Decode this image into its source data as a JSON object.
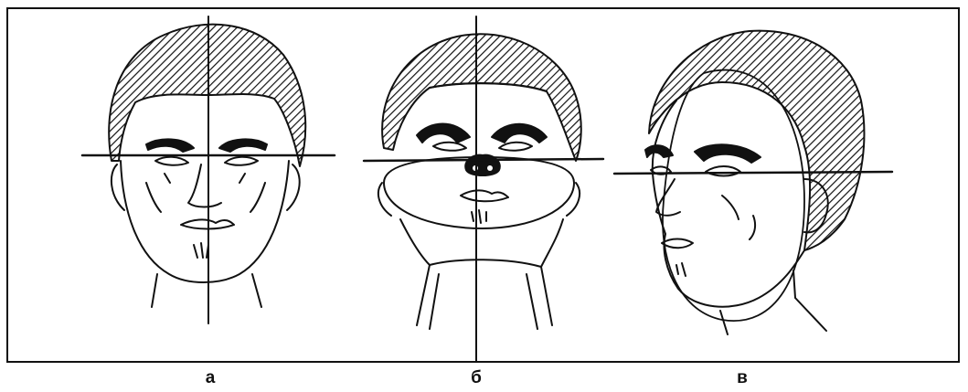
{
  "figure": {
    "panels": [
      {
        "id": "a",
        "caption": "а",
        "subject": "face-front-view"
      },
      {
        "id": "b",
        "caption": "б",
        "subject": "face-tilted-back-view"
      },
      {
        "id": "c",
        "caption": "в",
        "subject": "face-three-quarter-view"
      }
    ],
    "colors": {
      "ink": "#111111",
      "background": "#ffffff"
    }
  }
}
